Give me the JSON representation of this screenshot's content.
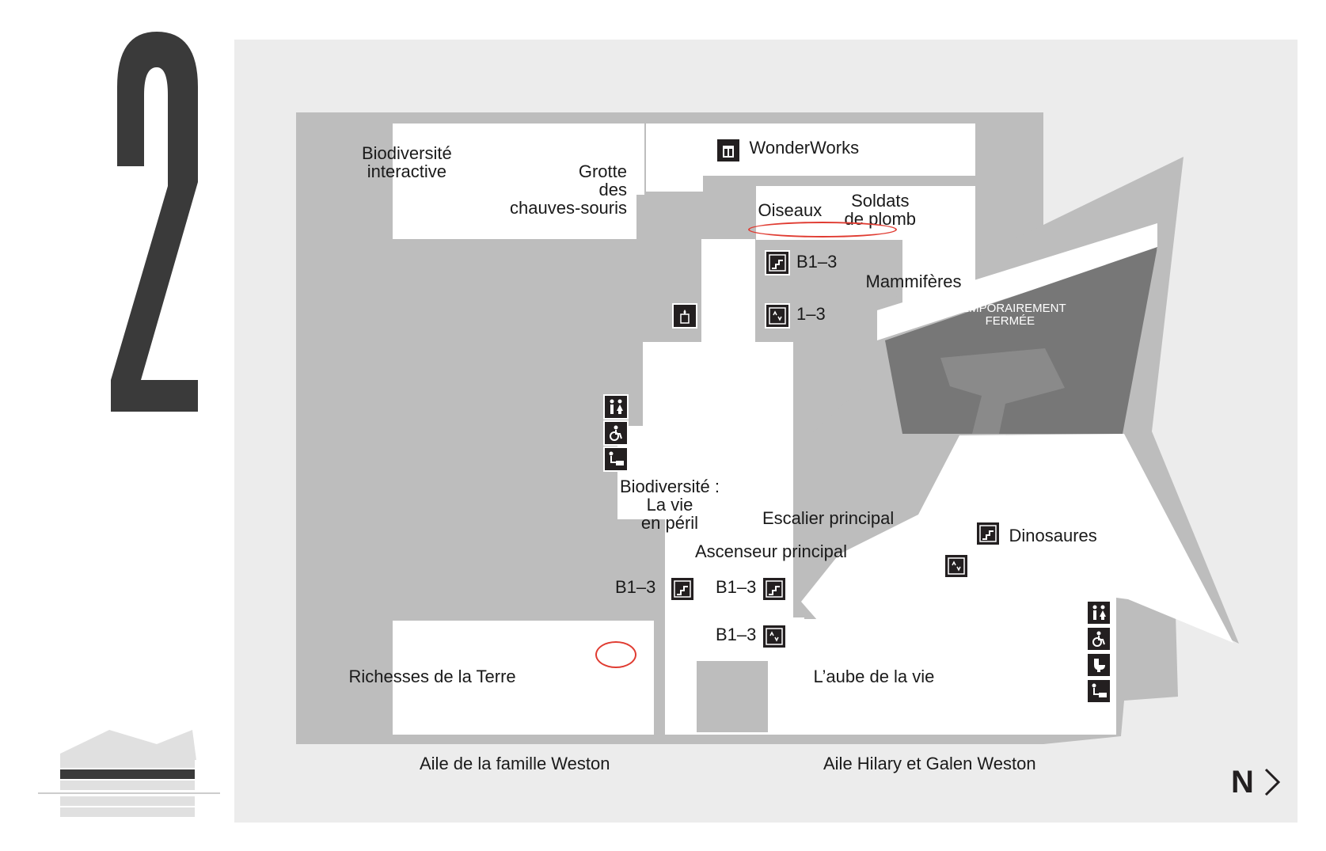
{
  "floor": {
    "number": "2"
  },
  "rooms": {
    "biodiversite_interactive": "Biodiversité\ninteractive",
    "grotte_chauves_souris": "Grotte\ndes\nchauves-souris",
    "wonderworks": "WonderWorks",
    "oiseaux": "Oiseaux",
    "soldats_de_plomb": "Soldats\nde plomb",
    "mammiferes": "Mammifères",
    "temporairement_fermee": "TEMPORAIREMENT\nFERMÉE",
    "biodiversite_vie_en_peril": "Biodiversité :\nLa vie\nen péril",
    "escalier_principal": "Escalier principal",
    "ascenseur_principal": "Ascenseur principal",
    "dinosaures": "Dinosaures",
    "richesses_de_la_terre": "Richesses de la Terre",
    "aube_de_la_vie": "L’aube de la vie"
  },
  "floor_tags": {
    "stairs_upper": "B1–3",
    "elevator_upper": "1–3",
    "stairs_lower_left": "B1–3",
    "stairs_lower_right": "B1–3",
    "elevator_lower": "B1–3"
  },
  "wings": {
    "west": "Aile de la famille Weston",
    "east": "Aile Hilary et Galen Weston"
  },
  "north": {
    "letter": "N"
  },
  "icons": [
    "gift-shop-icon",
    "stairs-icon",
    "elevator-icon",
    "water-fountain-icon",
    "restroom-icon",
    "accessible-restroom-icon",
    "family-change-icon",
    "toilet-icon"
  ],
  "colors": {
    "panel_bg": "#ececec",
    "wall": "#bdbdbd",
    "room": "#ffffff",
    "closed_area": "#777777",
    "closed_dark": "#8a8a8a",
    "icon_bg": "#231f20",
    "marker": "#e03c32",
    "text": "#1a1a1a"
  }
}
